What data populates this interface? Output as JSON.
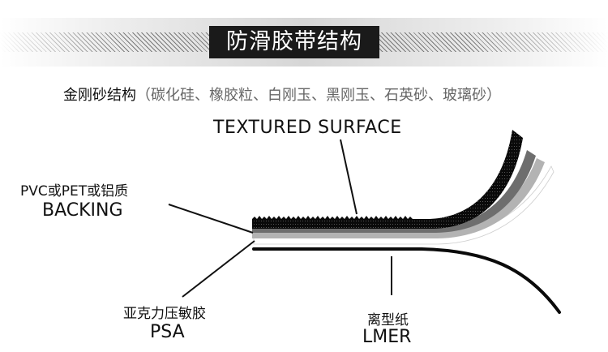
{
  "banner": {
    "title": "防滑胶带结构"
  },
  "subtitle": {
    "main": "金刚砂结构",
    "list": "（碳化硅、橡胶粒、白刚玉、黑刚玉、石英砂、玻璃砂）"
  },
  "layers": {
    "textured_surface": {
      "en": "TEXTURED SURFACE"
    },
    "backing": {
      "cn": "PVC或PET或铝质",
      "en": "BACKING"
    },
    "psa": {
      "cn": "亚克力压敏胶",
      "en": "PSA"
    },
    "lmer": {
      "cn": "离型纸",
      "en": "LMER"
    }
  },
  "colors": {
    "grit": "#0a0a0a",
    "backing_dark": "#6e6e6e",
    "backing_light": "#b3b3b3",
    "adhesive": "#ffffff",
    "liner": "#0a0a0a",
    "banner_title_bg": "#1a1a1a"
  }
}
